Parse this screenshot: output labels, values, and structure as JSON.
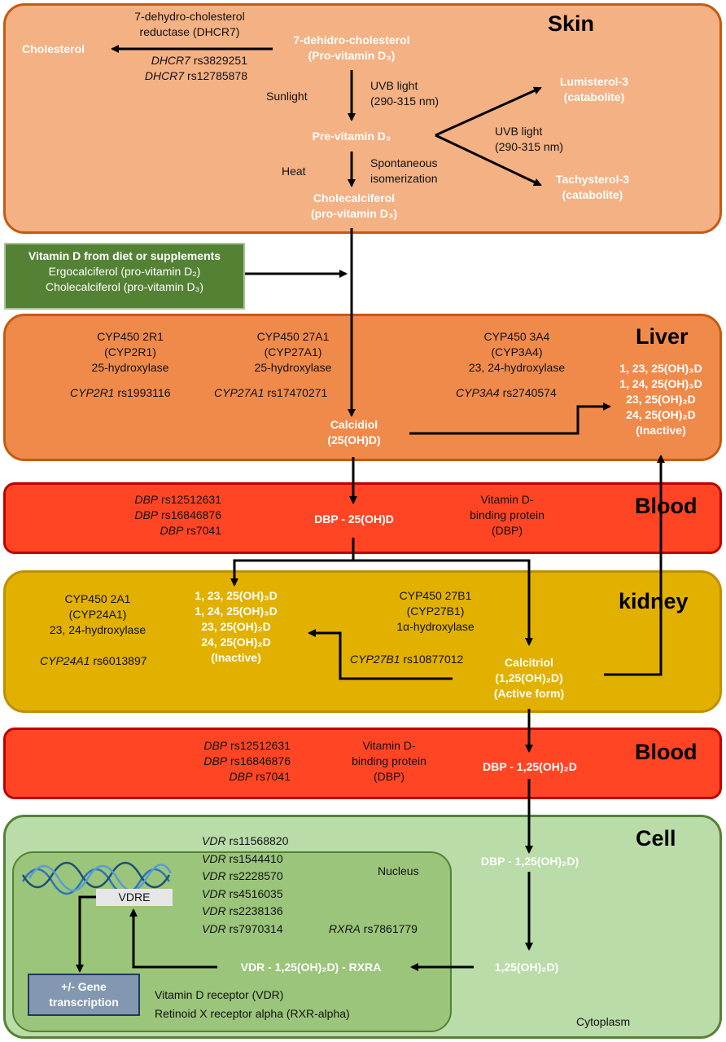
{
  "skin": {
    "title": "Skin",
    "cholesterol": "Cholesterol",
    "dhcr7_enzyme": [
      "7-dehydro-cholesterol",
      "reductase (DHCR7)"
    ],
    "dhcr7_snps": [
      {
        "gene": "DHCR7",
        "rs": " rs3829251"
      },
      {
        "gene": "DHCR7",
        "rs": " rs12785878"
      }
    ],
    "dehydrocholesterol": [
      "7-dehidro-cholesterol",
      "(Pro-vitamin D₃)"
    ],
    "sunlight": "Sunlight",
    "uvb_1": [
      "UVB light",
      "(290-315 nm)"
    ],
    "previtamin": "Pre-vitamin D₃",
    "uvb_2": [
      "UVB light",
      "(290-315 nm)"
    ],
    "lumisterol": [
      "Lumisterol-3",
      "(catabolite)"
    ],
    "tachysterol": [
      "Tachysterol-3",
      "(catabolite)"
    ],
    "heat": "Heat",
    "isomerization": [
      "Spontaneous",
      "isomerization"
    ],
    "cholecalciferol": [
      "Cholecalciferol",
      "(pro-vitamin D₃)"
    ]
  },
  "diet": {
    "title": "Vitamin D from diet or supplements",
    "lines": [
      "Ergocalciferol (pro-vitamin D₂)",
      "Cholecalciferol (pro-vitamin D₃)"
    ]
  },
  "liver": {
    "title": "Liver",
    "cyp2r1": [
      "CYP450 2R1",
      "(CYP2R1)",
      "25-hydroxylase"
    ],
    "cyp2r1_snp": {
      "gene": "CYP2R1",
      "rs": " rs1993116"
    },
    "cyp27a1": [
      "CYP450 27A1",
      "(CYP27A1)",
      "25-hydroxylase"
    ],
    "cyp27a1_snp": {
      "gene": "CYP27A1",
      "rs": " rs17470271"
    },
    "cyp3a4": [
      "CYP450 3A4",
      "(CYP3A4)",
      "23, 24-hydroxylase"
    ],
    "cyp3a4_snp": {
      "gene": "CYP3A4",
      "rs": " rs2740574"
    },
    "calcidiol": [
      "Calcidiol",
      "(25(OH)D)"
    ],
    "inactive": [
      "1, 23, 25(OH)₃D",
      "1, 24, 25(OH)₃D",
      "23, 25(OH)₂D",
      "24, 25(OH)₂D",
      "(Inactive)"
    ]
  },
  "blood1": {
    "title": "Blood",
    "snps": [
      {
        "gene": "DBP",
        "rs": "  rs12512631"
      },
      {
        "gene": "DBP",
        "rs": " rs16846876"
      },
      {
        "gene": "DBP",
        "rs": " rs7041"
      }
    ],
    "complex": "DBP - 25(OH)D",
    "protein": [
      "Vitamin D-",
      "binding protein",
      "(DBP)"
    ]
  },
  "kidney": {
    "title": "kidney",
    "cyp24a1": [
      "CYP450 2A1",
      "(CYP24A1)",
      "23, 24-hydroxylase"
    ],
    "cyp24a1_snp": {
      "gene": "CYP24A1",
      "rs": " rs6013897"
    },
    "inactive": [
      "1, 23, 25(OH)₃D",
      "1, 24, 25(OH)₃D",
      "23, 25(OH)₂D",
      "24, 25(OH)₂D",
      "(Inactive)"
    ],
    "cyp27b1": [
      "CYP450 27B1",
      "(CYP27B1)",
      "1α-hydroxylase"
    ],
    "cyp27b1_snp": {
      "gene": "CYP27B1",
      "rs": " rs10877012"
    },
    "calcitriol": [
      "Calcitriol",
      "(1,25(OH)₂D)",
      "(Active form)"
    ]
  },
  "blood2": {
    "title": "Blood",
    "snps": [
      {
        "gene": "DBP",
        "rs": "  rs12512631"
      },
      {
        "gene": "DBP",
        "rs": " rs16846876"
      },
      {
        "gene": "DBP",
        "rs": " rs7041"
      }
    ],
    "protein": [
      "Vitamin D-",
      "binding protein",
      "(DBP)"
    ],
    "complex": "DBP - 1,25(OH)₂D"
  },
  "cell": {
    "title": "Cell",
    "nucleus": "Nucleus",
    "cytoplasm": "Cytoplasm",
    "vdr_snps": [
      {
        "gene": "VDR",
        "rs": " rs11568820"
      },
      {
        "gene": "VDR",
        "rs": " rs1544410"
      },
      {
        "gene": "VDR",
        "rs": " rs2228570"
      },
      {
        "gene": "VDR",
        "rs": " rs4516035"
      },
      {
        "gene": "VDR",
        "rs": " rs2238136"
      },
      {
        "gene": "VDR",
        "rs": " rs7970314"
      }
    ],
    "rxra_snp": {
      "gene": "RXRA",
      "rs": " rs7861779"
    },
    "vdre": "VDRE",
    "dbp_complex": "DBP - 1,25(OH)₂D)",
    "free": "1,25(OH)₂D)",
    "vdr_complex": "VDR - 1,25(OH)₂D) - RXRA",
    "gene_transcription": [
      "+/- Gene",
      "transcription"
    ],
    "receptors": [
      "Vitamin D receptor (VDR)",
      "Retinoid X receptor alpha (RXR-alpha)"
    ]
  },
  "colors": {
    "skin": "#F4B183",
    "liver": "#F08A4B",
    "blood": "#FF4524",
    "kidney": "#E2B100",
    "cell": "#B9DCA8",
    "nucleus": "#9BC57A",
    "diet": "#548235",
    "gene_box": "#8497B0"
  }
}
